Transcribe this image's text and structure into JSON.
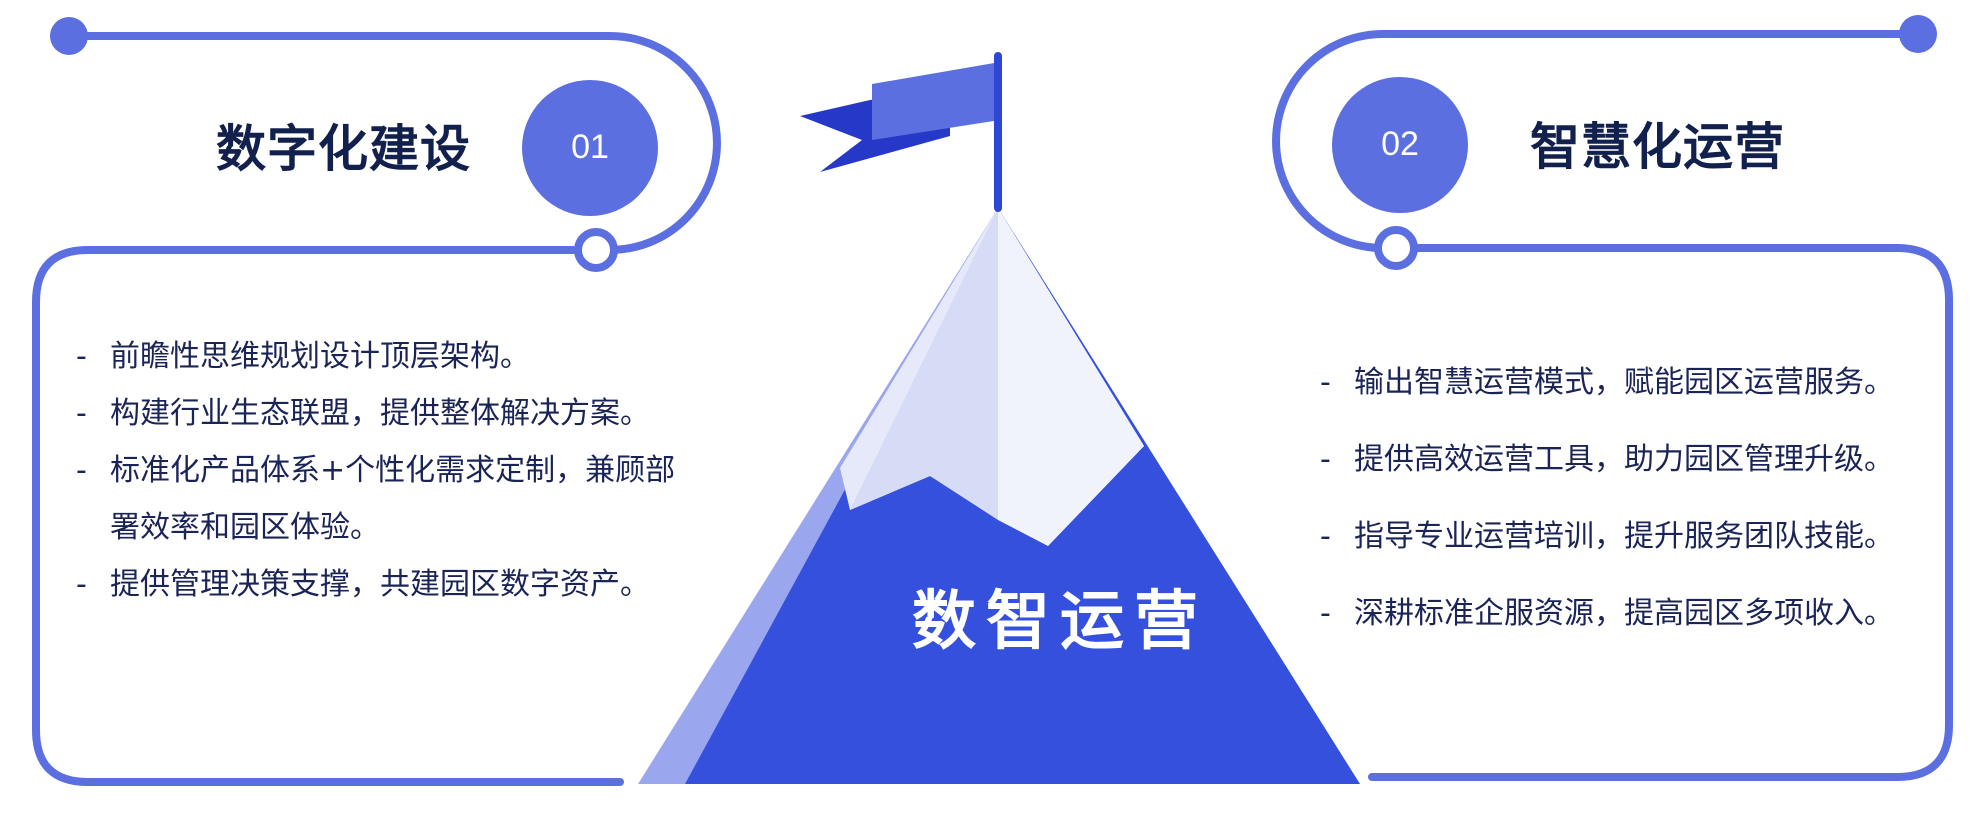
{
  "left": {
    "title": "数字化建设",
    "number": "01",
    "items": [
      "前瞻性思维规划设计顶层架构。",
      "构建行业生态联盟，提供整体解决方案。",
      "标准化产品体系+个性化需求定制，兼顾部署效率和园区体验。",
      "提供管理决策支撑，共建园区数字资产。"
    ]
  },
  "right": {
    "title": "智慧化运营",
    "number": "02",
    "items": [
      "输出智慧运营模式，赋能园区运营服务。",
      "提供高效运营工具，助力园区管理升级。",
      "指导专业运营培训，提升服务团队技能。",
      "深耕标准企服资源，提高园区多项收入。"
    ]
  },
  "center": {
    "label": "数智运营"
  },
  "bullet_marker": "-",
  "colors": {
    "accent": "#5b6fe0",
    "mountain": "#3450dc",
    "mountain_light": "#9aa7ee",
    "snow": "#e6e9fa",
    "title_text": "#12204e",
    "body_text": "#1b2457"
  },
  "icons": [
    "flag-icon",
    "mountain-icon"
  ]
}
